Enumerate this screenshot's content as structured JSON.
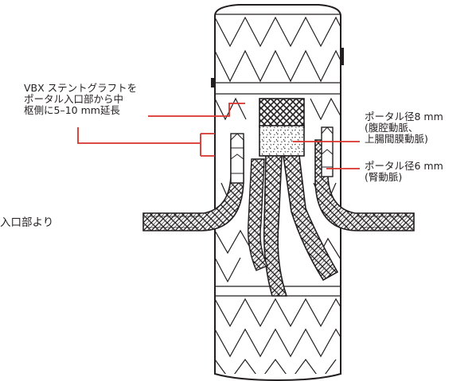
{
  "labels": {
    "vbx_extension": {
      "line1": "VBX ステントグラフトを",
      "line2": "ポータル入口部から中",
      "line3": "枢側に5–10 mm延長"
    },
    "portal_8mm": {
      "line1": "ポータル径8 mm",
      "line2": "(腹腔動脈、",
      "line3": "上腸間膜動脈)"
    },
    "portal_6mm": {
      "line1": "ポータル径6 mm",
      "line2": "(腎動脈)"
    },
    "cut_text": "入口部より"
  },
  "colors": {
    "leader": "#d7322b",
    "stroke": "#231f20",
    "background": "#ffffff"
  }
}
